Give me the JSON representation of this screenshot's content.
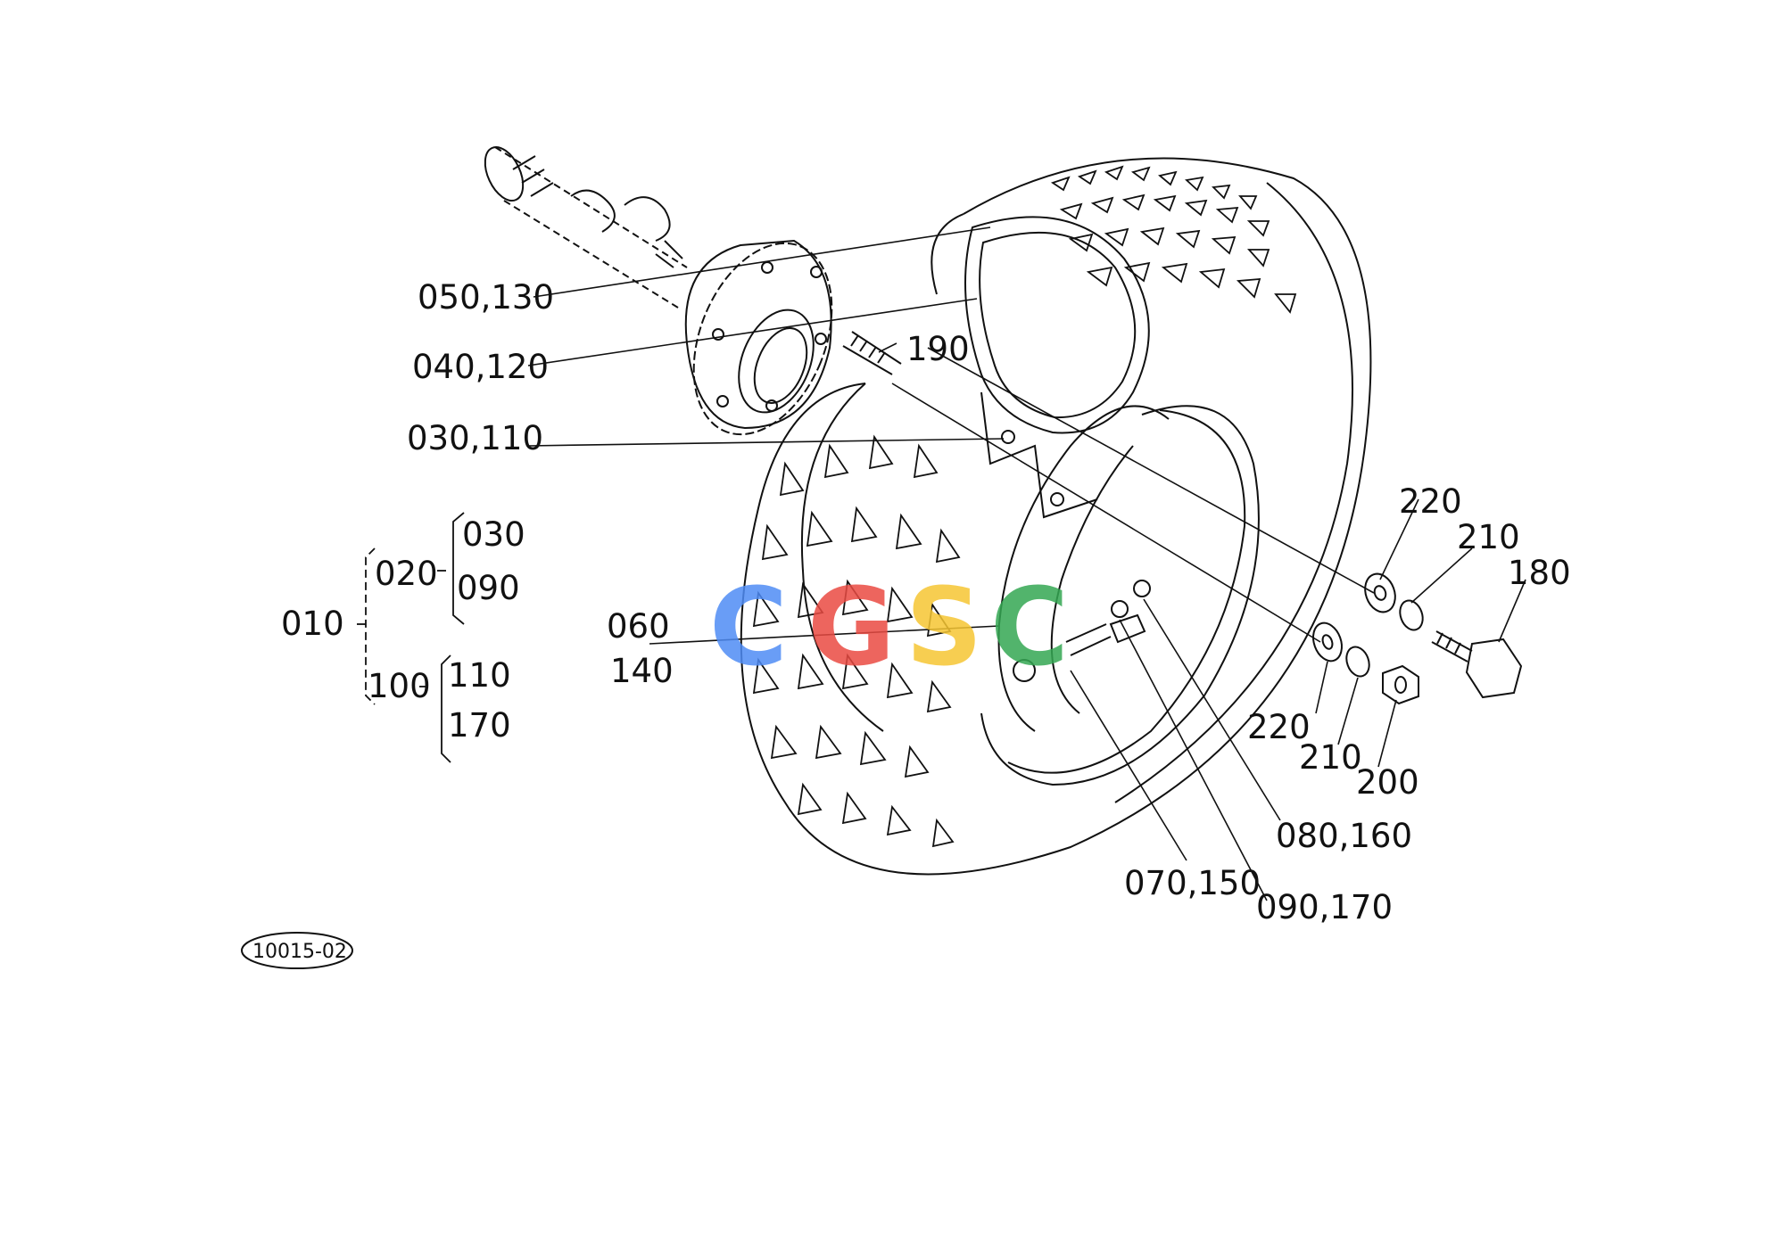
{
  "labels": {
    "l050_130": "050,130",
    "l040_120": "040,120",
    "l030_110": "030,110",
    "l190": "190",
    "l060": "060",
    "l140": "140",
    "l220a": "220",
    "l210a": "210",
    "l180": "180",
    "l220b": "220",
    "l210b": "210",
    "l200": "200",
    "l080_160": "080,160",
    "l070_150": "070,150",
    "l090_170": "090,170"
  },
  "tree": {
    "root": "010",
    "mid1": "020",
    "mid2": "100",
    "a1": "030",
    "a2": "090",
    "b1": "110",
    "b2": "170"
  },
  "figure_id": "10015-02",
  "watermark": {
    "letters": [
      "C",
      "G",
      "S",
      "C"
    ],
    "colors": [
      "#4f8cf5",
      "#ea4b43",
      "#f6c633",
      "#35a853"
    ]
  }
}
